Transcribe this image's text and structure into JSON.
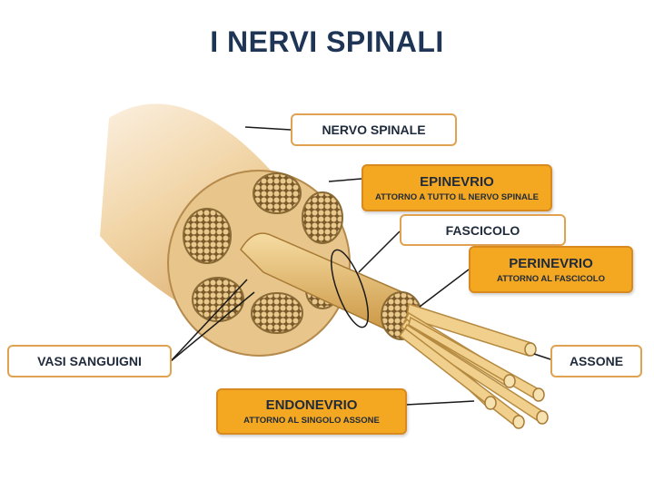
{
  "title": "I NERVI SPINALI",
  "labels": {
    "nervo_spinale": "NERVO SPINALE",
    "epinevrio": {
      "main": "EPINEVRIO",
      "sub": "ATTORNO A TUTTO IL NERVO SPINALE"
    },
    "fascicolo": "FASCICOLO",
    "perinevrio": {
      "main": "PERINEVRIO",
      "sub": "ATTORNO AL FASCICOLO"
    },
    "vasi_sanguigni": "VASI SANGUIGNI",
    "assone": "ASSONE",
    "endonevrio": {
      "main": "ENDONEVRIO",
      "sub": "ATTORNO AL SINGOLO ASSONE"
    }
  },
  "colors": {
    "title": "#1f3556",
    "accent": "#f4a821",
    "nerve": "#e8c58a"
  }
}
